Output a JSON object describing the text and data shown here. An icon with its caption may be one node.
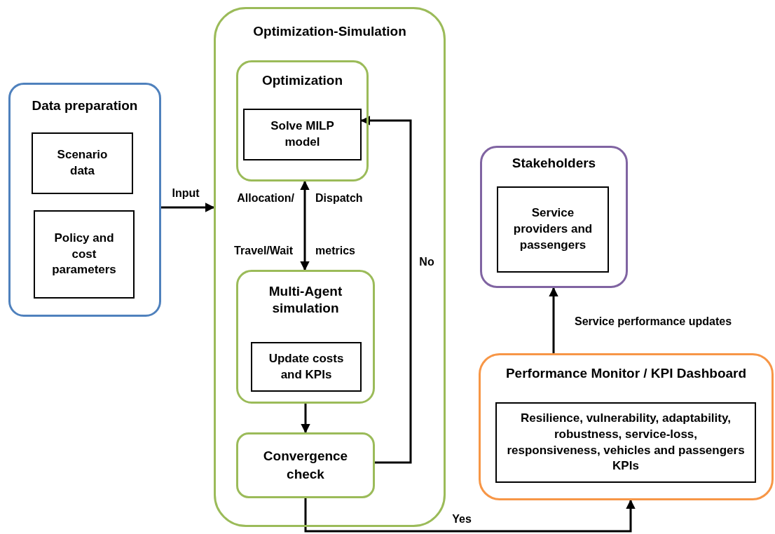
{
  "diagram": {
    "nodes": [
      {
        "text": [
          "Data preparation"
        ]
      },
      {
        "text": [
          "Scenario data"
        ],
        "in": 0
      },
      {
        "text": [
          "Policy and cost parameters"
        ],
        "in": 0
      },
      {
        "text": [
          "Optimization-Simulation"
        ]
      },
      {
        "text": [
          "Optimization"
        ],
        "in": 3
      },
      {
        "text": [
          "Solve MILP model"
        ],
        "in": 4
      },
      {
        "text": [
          "Multi-Agent simulation"
        ],
        "in": 3
      },
      {
        "text": [
          "Update costs and KPIs"
        ],
        "in": 6
      },
      {
        "text": [
          "Convergence check"
        ],
        "in": 3
      },
      {
        "text": [
          "Stakeholders"
        ]
      },
      {
        "text": [
          "Service providers and passengers"
        ],
        "in": 9
      },
      {
        "text": [
          "Performance Monitor / KPI Dashboard"
        ]
      },
      {
        "text": [
          "Resilience, vulnerability, adaptability, robustness, service-loss, responsiveness, vehicles and passengers KPIs"
        ],
        "in": 11
      }
    ],
    "edges": [
      {
        "from": 0,
        "to": 3,
        "arrow": "to",
        "label": "Input"
      },
      {
        "from": 4,
        "to": 6,
        "arrow": "both"
      },
      {
        "from": 6,
        "to": 8,
        "arrow": "to"
      },
      {
        "from": 8,
        "to": 5,
        "arrow": "to",
        "label": "No"
      },
      {
        "from": 8,
        "to": 11,
        "arrow": "to",
        "label": "Yes"
      },
      {
        "from": 11,
        "to": 9,
        "arrow": "to",
        "label": "Service performance updates"
      }
    ],
    "labels": [
      "Allocation/",
      "Dispatch",
      "Travel/Wait",
      "metrics"
    ]
  }
}
